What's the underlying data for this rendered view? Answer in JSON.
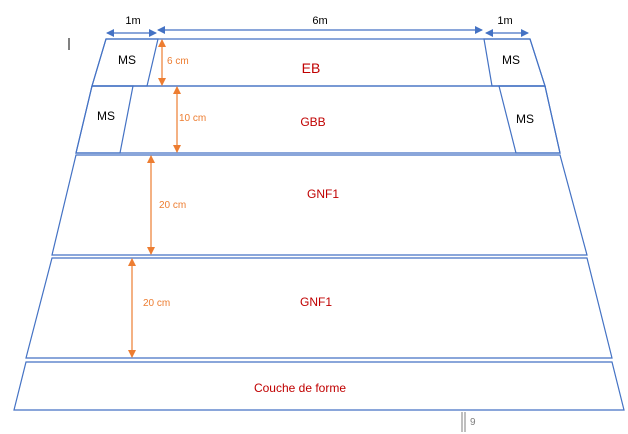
{
  "top_dimensions": {
    "left": "1m",
    "center": "6m",
    "right": "1m"
  },
  "layers": [
    {
      "name": "EB",
      "thickness": "6 cm",
      "shoulder_left": "MS",
      "shoulder_right": "MS"
    },
    {
      "name": "GBB",
      "thickness": "10 cm",
      "shoulder_left": "MS",
      "shoulder_right": "MS"
    },
    {
      "name": "GNF1",
      "thickness": "20 cm"
    },
    {
      "name": "GNF1",
      "thickness": "20 cm"
    },
    {
      "name": "Couche de forme"
    }
  ],
  "page_number": "9",
  "colors": {
    "outline": "#4472c4",
    "layer_label": "#c00000",
    "thickness_arrow": "#ed7d31",
    "dimension_arrow": "#4472c4",
    "text": "#000000"
  }
}
